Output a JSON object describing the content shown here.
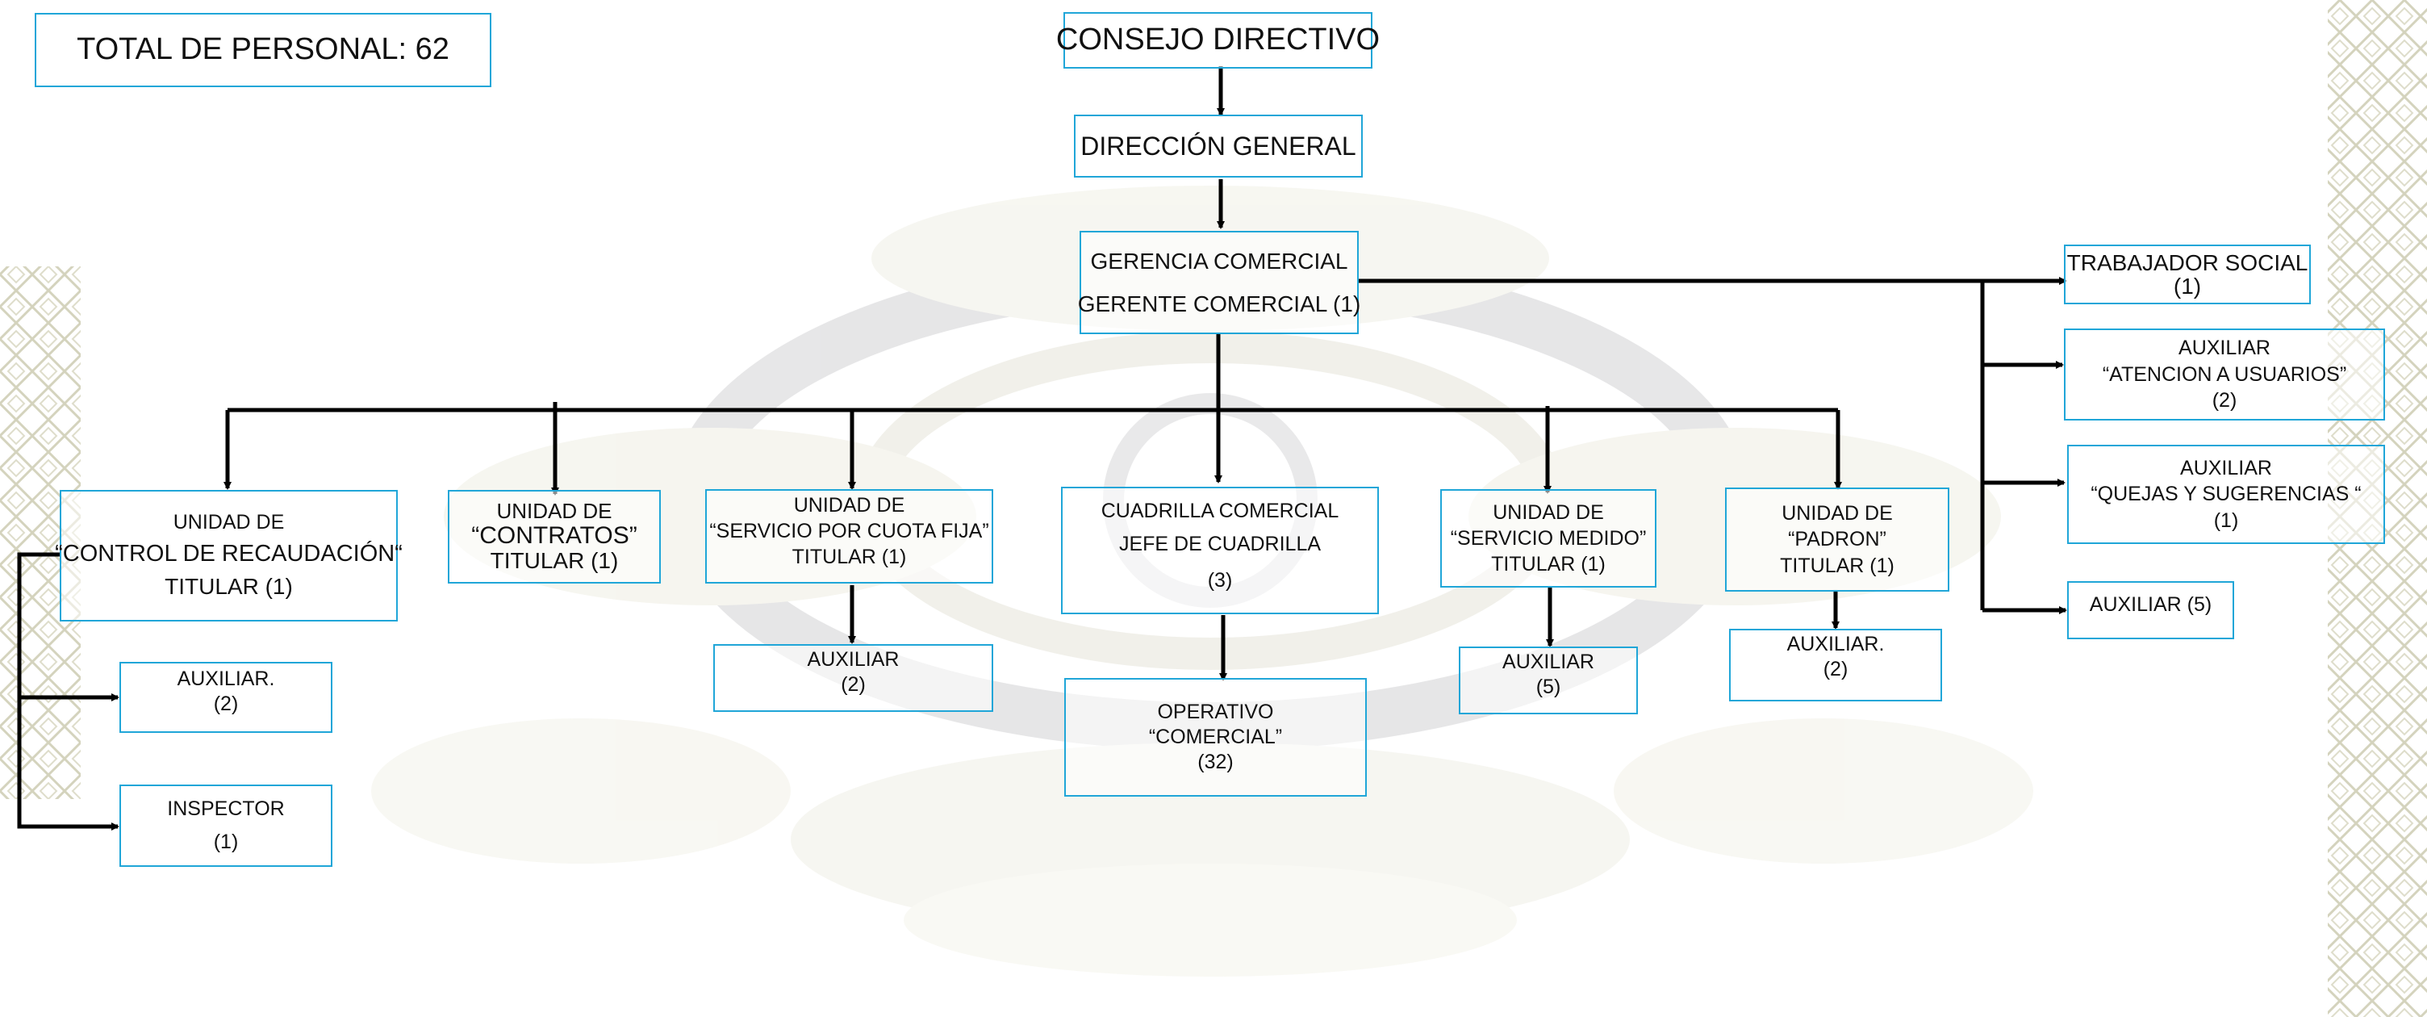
{
  "total": "TOTAL DE PERSONAL: 62",
  "consejo": "CONSEJO DIRECTIVO",
  "direccion": "DIRECCIÓN GENERAL",
  "gerencia": {
    "line1": "GERENCIA COMERCIAL",
    "line2": "GERENTE COMERCIAL (1)"
  },
  "trabajador": {
    "line1": "TRABAJADOR SOCIAL",
    "line2": "(1)"
  },
  "aux_atencion": {
    "line1": "AUXILIAR",
    "line2": "“ATENCION A USUARIOS”",
    "line3": "(2)"
  },
  "aux_quejas": {
    "line1": "AUXILIAR",
    "line2": "“QUEJAS Y SUGERENCIAS “",
    "line3": "(1)"
  },
  "aux_5": "AUXILIAR (5)",
  "recaudacion": {
    "line1": "UNIDAD DE",
    "line2": "“CONTROL DE RECAUDACIÓN“",
    "line3": "TITULAR (1)"
  },
  "rec_aux": {
    "line1": "AUXILIAR.",
    "line2": "(2)"
  },
  "inspector": {
    "line1": "INSPECTOR",
    "line2": "(1)"
  },
  "contratos": {
    "line1": "UNIDAD DE",
    "line2": "“CONTRATOS”",
    "line3": "TITULAR (1)"
  },
  "cuota": {
    "line1": "UNIDAD DE",
    "line2": "“SERVICIO POR CUOTA FIJA”",
    "line3": "TITULAR (1)"
  },
  "cuota_aux": {
    "line1": "AUXILIAR",
    "line2": "(2)"
  },
  "cuadrilla": {
    "line1": "CUADRILLA COMERCIAL",
    "line2": "JEFE DE CUADRILLA",
    "line3": "(3)"
  },
  "operativo": {
    "line1": "OPERATIVO",
    "line2": "“COMERCIAL”",
    "line3": "(32)"
  },
  "medido": {
    "line1": "UNIDAD DE",
    "line2": "“SERVICIO MEDIDO”",
    "line3": "TITULAR  (1)"
  },
  "medido_aux": {
    "line1": "AUXILIAR",
    "line2": "(5)"
  },
  "padron": {
    "line1": "UNIDAD DE",
    "line2": "“PADRON”",
    "line3": "TITULAR (1)"
  },
  "padron_aux": {
    "line1": "AUXILIAR.",
    "line2": "(2)"
  }
}
